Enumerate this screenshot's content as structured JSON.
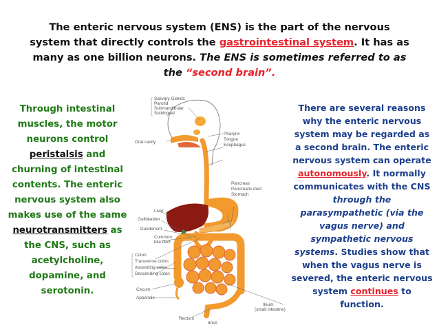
{
  "header": {
    "line1": "The enteric nervous system (ENS) is the part of the nervous",
    "line2_pre": "system that directly controls the ",
    "line2_link": "gastrointestinal system",
    "line2_post": ". It has as",
    "line3_pre": "many as one billion neurons. ",
    "line3_ital": "The ENS is sometimes referred to as",
    "line4_the": "the ",
    "line4_red": "“second brain”."
  },
  "left": {
    "l1": "Through intestinal",
    "l2": "muscles, the motor",
    "l3": "neurons control",
    "l4_link": "peristalsis",
    "l4_post": " and",
    "l5": "churning of intestinal",
    "l6": "contents. The enteric",
    "l7": "nervous system also",
    "l8": "makes use of the same",
    "l9_link": "neurotransmitters",
    "l9_post": " as",
    "l10": "the CNS, such as",
    "l11": "acetylcholine,",
    "l12": "dopamine, and",
    "l13": "serotonin."
  },
  "right": {
    "r1": "There are several reasons",
    "r2": "why the enteric nervous",
    "r3": "system may be regarded as",
    "r4": "a second brain. The enteric",
    "r5": "nervous system can operate",
    "r6_link": "autonomously",
    "r6_post": ". It normally",
    "r7": "communicates with the CNS",
    "r8": "through the",
    "r9": "parasympathetic (via the",
    "r10": "vagus nerve) and",
    "r11": "sympathetic nervous",
    "r12_ital": "systems",
    "r12_post": ". Studies show that",
    "r13": "when the vagus nerve is",
    "r14": "severed, the enteric nervous",
    "r15_pre": "system ",
    "r15_link": "continues",
    "r15_post": " to",
    "r16": "function."
  },
  "diagram": {
    "labels": {
      "salivary": "Salivary Glands",
      "parotid": "Parotid",
      "submandibular": "Submandibular",
      "sublingual": "Sublingual",
      "oral": "Oral cavity",
      "pharynx": "Pharynx",
      "tongue": "Tongue",
      "esophagus": "Esophagus",
      "pancreas": "Pancreas",
      "pancreatic_duct": "Pancreatic duct",
      "stomach": "Stomach",
      "liver": "Liver",
      "gallbladder": "Gallbladder",
      "duodenum": "Duodenum",
      "common": "Common",
      "bile_duct": "bile duct",
      "colon": "Colon",
      "transverse": "Transverse colon",
      "ascending": "Ascending colon",
      "descending": "Descending colon",
      "cecum": "Cecum",
      "appendix": "Appendix",
      "rectum": "Rectum",
      "anus": "anus",
      "ileum": "Ileum",
      "ileum2": "(small intestine)"
    }
  },
  "colors": {
    "header_red": "#e8212a",
    "left_green": "#1f7a16",
    "right_blue": "#1c3f8c",
    "tract_orange": "#f39a2e",
    "liver_red": "#8b1a12"
  }
}
